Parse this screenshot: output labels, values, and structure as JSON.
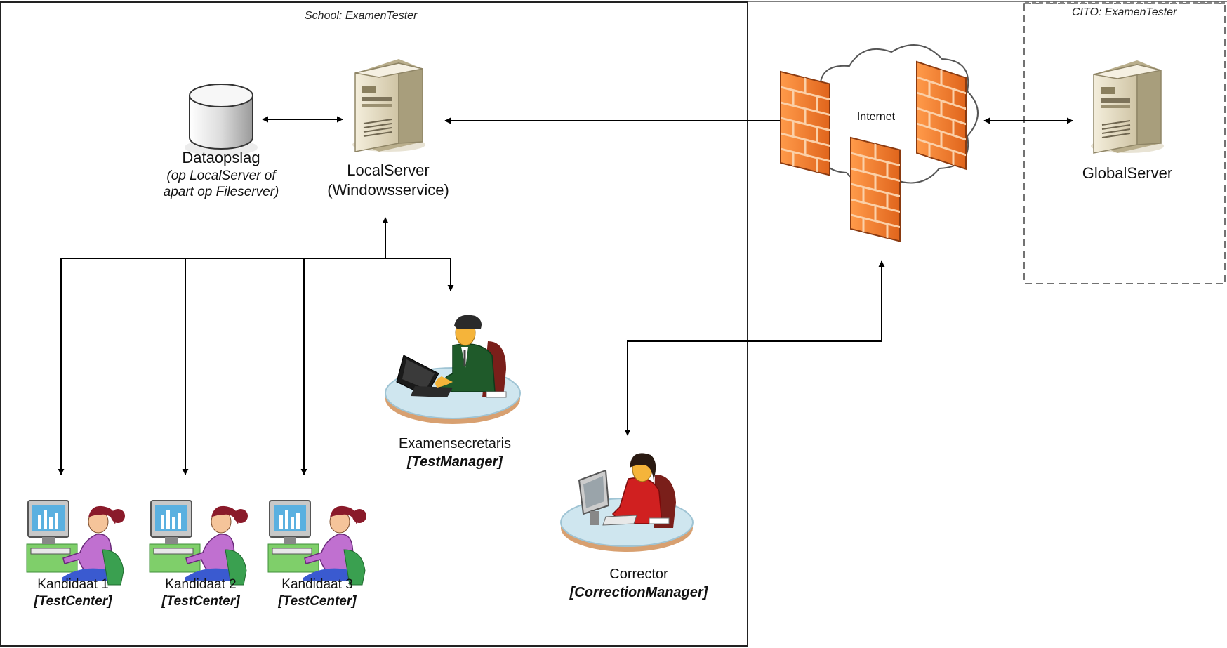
{
  "zones": {
    "school_title": "School: ExamenTester",
    "cito_title": "CITO: ExamenTester"
  },
  "nodes": {
    "dataopslag": {
      "title": "Dataopslag",
      "note_line1": "(op LocalServer of",
      "note_line2": "apart op Fileserver)",
      "icon": "database-icon"
    },
    "localserver": {
      "title": "LocalServer",
      "subtitle": "(Windowsservice)",
      "icon": "server-icon"
    },
    "internet": {
      "title": "Internet",
      "icon": "cloud-firewall-icon"
    },
    "globalserver": {
      "title": "GlobalServer",
      "icon": "server-icon"
    },
    "examensecretaris": {
      "title": "Examensecretaris",
      "role": "[TestManager]",
      "icon": "man-at-laptop-icon"
    },
    "corrector": {
      "title": "Corrector",
      "role": "[CorrectionManager]",
      "icon": "woman-at-computer-icon"
    },
    "kandidaten": [
      {
        "title": "Kandidaat 1",
        "role": "[TestCenter]",
        "icon": "student-at-computer-icon"
      },
      {
        "title": "Kandidaat 2",
        "role": "[TestCenter]",
        "icon": "student-at-computer-icon"
      },
      {
        "title": "Kandidaat 3",
        "role": "[TestCenter]",
        "icon": "student-at-computer-icon"
      }
    ]
  },
  "colors": {
    "firewall": "#f07a2a",
    "firewall_dark": "#b8501a",
    "server_body": "#e8e0c8",
    "monitor_screen": "#5ab0e0",
    "student_shirt": "#c070d0",
    "desk": "#cfe6ef",
    "desk_edge": "#d8a070"
  }
}
